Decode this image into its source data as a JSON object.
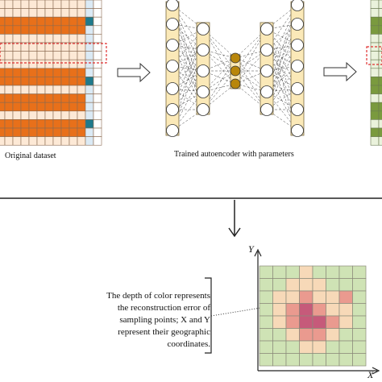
{
  "labels": {
    "original_dataset": "Original dataset",
    "trained_autoencoder": "Trained autoencoder with parameters",
    "explanation": "The depth of color represents the reconstruction error of sampling points; X and Y represent their geographic coordinates.",
    "axis_x": "X",
    "axis_y": "Y"
  },
  "colors": {
    "grid_pale": "#fde9d6",
    "orange_row": "#e8701a",
    "teal_cell": "#1f7a8c",
    "light_blue_cell": "#dbeaf5",
    "green_row": "#7a9a3e",
    "node_fill": "#fdf0c4",
    "node_bar": "#fbe9b8",
    "bottleneck": "#b8860b",
    "highlight_box": "#e03030",
    "heat_low": "#cfe3b5",
    "heat_mid": "#f7d9b8",
    "heat_high": "#ea9a8f",
    "heat_peak": "#c65a7a"
  },
  "heatmap": {
    "rows": 8,
    "cols": 8,
    "levels": [
      [
        0,
        0,
        0,
        1,
        0,
        0,
        0,
        0
      ],
      [
        0,
        0,
        1,
        1,
        1,
        0,
        0,
        0
      ],
      [
        0,
        1,
        1,
        2,
        1,
        1,
        2,
        0
      ],
      [
        0,
        1,
        2,
        3,
        2,
        1,
        1,
        0
      ],
      [
        0,
        1,
        2,
        3,
        3,
        2,
        1,
        0
      ],
      [
        0,
        0,
        1,
        2,
        2,
        1,
        0,
        0
      ],
      [
        0,
        0,
        0,
        1,
        1,
        0,
        0,
        0
      ],
      [
        0,
        0,
        0,
        0,
        0,
        0,
        0,
        0
      ]
    ]
  }
}
